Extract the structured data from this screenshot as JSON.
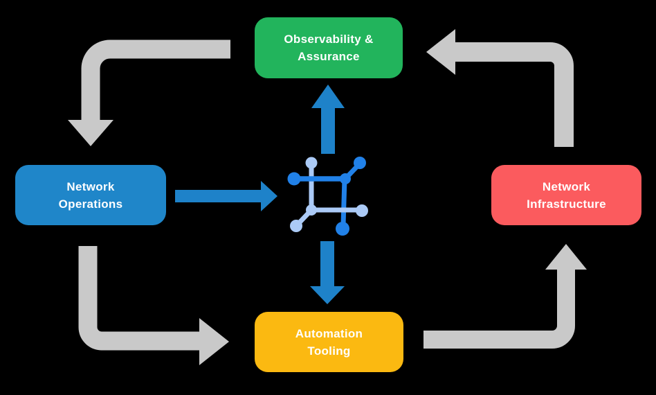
{
  "diagram": {
    "type": "cycle-flow-diagram",
    "nodes": [
      {
        "id": "observability-assurance",
        "line1": "Observability &",
        "line2": "Assurance",
        "color": "#22B45C"
      },
      {
        "id": "network-operations",
        "line1": "Network",
        "line2": "Operations",
        "color": "#1F86C9"
      },
      {
        "id": "network-infrastructure",
        "line1": "Network",
        "line2": "Infrastructure",
        "color": "#FB5B5E"
      },
      {
        "id": "automation-tooling",
        "line1": "Automation",
        "line2": "Tooling",
        "color": "#FBB911"
      }
    ],
    "center_icon": "network-mesh-icon",
    "cycle_arrows": [
      {
        "from": "observability-assurance",
        "to": "network-operations"
      },
      {
        "from": "network-operations",
        "to": "automation-tooling"
      },
      {
        "from": "automation-tooling",
        "to": "network-infrastructure"
      },
      {
        "from": "network-infrastructure",
        "to": "observability-assurance"
      }
    ],
    "flow_arrows": [
      {
        "from": "network-operations",
        "to": "center-icon"
      },
      {
        "from": "center-icon",
        "to": "observability-assurance"
      },
      {
        "from": "center-icon",
        "to": "automation-tooling"
      }
    ],
    "colors": {
      "background": "#000000",
      "cycle_arrow": "#C9C9C9",
      "flow_arrow": "#1E82C9",
      "icon_dark_blue": "#2181E8",
      "icon_light_blue": "#ABCAF6",
      "text": "#FFFFFF"
    }
  }
}
